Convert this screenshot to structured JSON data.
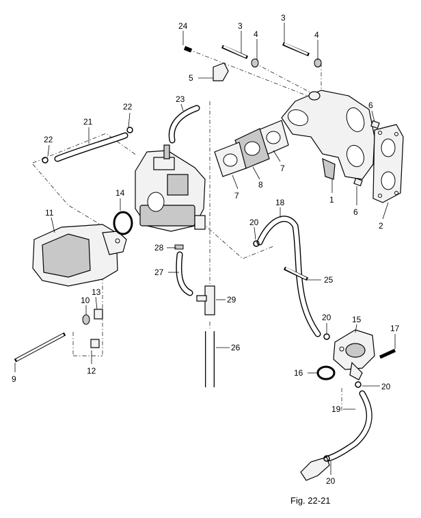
{
  "figure_caption": "Fig. 22-21",
  "callouts": {
    "c1": "1",
    "c2": "2",
    "c3a": "3",
    "c3b": "3",
    "c4a": "4",
    "c4b": "4",
    "c5": "5",
    "c6a": "6",
    "c6b": "6",
    "c7a": "7",
    "c7b": "7",
    "c8": "8",
    "c9": "9",
    "c10": "10",
    "c11": "11",
    "c12": "12",
    "c13": "13",
    "c14": "14",
    "c15": "15",
    "c16": "16",
    "c17": "17",
    "c18": "18",
    "c19": "19",
    "c20a": "20",
    "c20b": "20",
    "c20c": "20",
    "c20d": "20",
    "c21": "21",
    "c22a": "22",
    "c22b": "22",
    "c23": "23",
    "c24": "24",
    "c25": "25",
    "c26": "26",
    "c27": "27",
    "c28": "28",
    "c29": "29"
  }
}
